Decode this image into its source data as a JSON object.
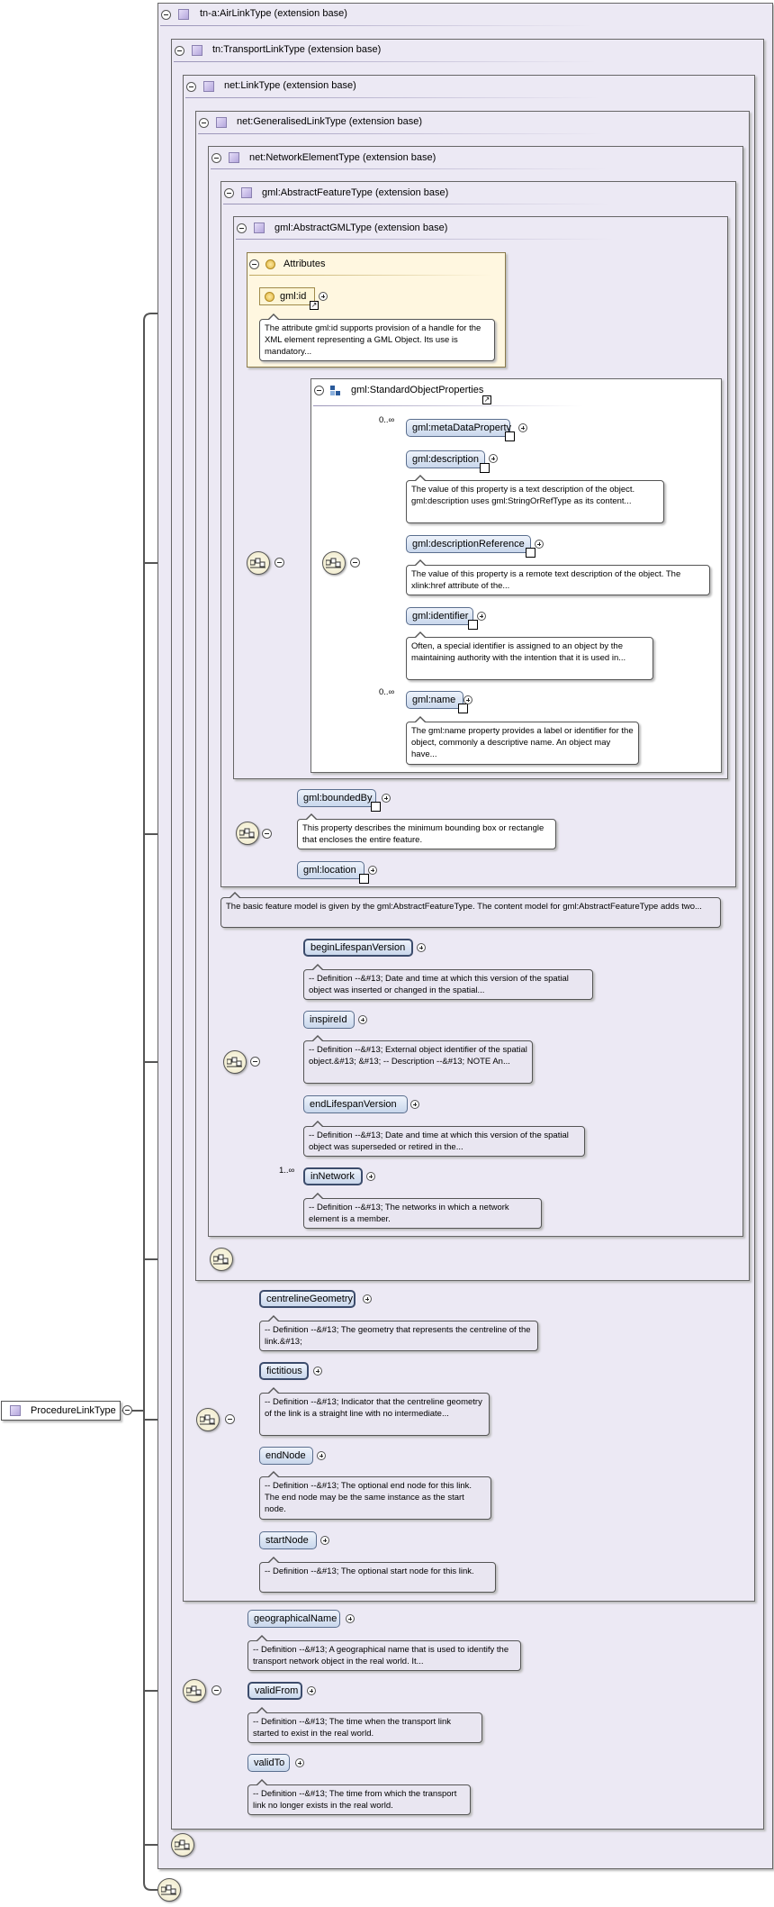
{
  "root": {
    "label": "ProcedureLinkType"
  },
  "containers": [
    {
      "label": "tn-a:AirLinkType (extension base)"
    },
    {
      "label": "tn:TransportLinkType (extension base)"
    },
    {
      "label": "net:LinkType (extension base)"
    },
    {
      "label": "net:GeneralisedLinkType (extension base)"
    },
    {
      "label": "net:NetworkElementType (extension base)"
    },
    {
      "label": "gml:AbstractFeatureType (extension base)"
    },
    {
      "label": "gml:AbstractGMLType (extension base)"
    }
  ],
  "attributes": {
    "title": "Attributes",
    "id": {
      "label": "gml:id",
      "doc": "The attribute gml:id supports provision of a handle for the XML element representing a GML Object. Its use is mandatory..."
    }
  },
  "standard_object_properties": {
    "label": "gml:StandardObjectProperties",
    "items": [
      {
        "label": "gml:metaDataProperty",
        "occurs": "0..∞",
        "doc": ""
      },
      {
        "label": "gml:description",
        "occurs": "",
        "doc": "The value of this property is a text description of the object. gml:description uses gml:StringOrRefType as its content..."
      },
      {
        "label": "gml:descriptionReference",
        "occurs": "",
        "doc": "The value of this property is a remote text description of the object. The xlink:href attribute of the..."
      },
      {
        "label": "gml:identifier",
        "occurs": "",
        "doc": "Often, a special identifier is assigned to an object by the maintaining authority with the intention that it is used in..."
      },
      {
        "label": "gml:name",
        "occurs": "0..∞",
        "doc": "The gml:name property provides a label or identifier for the object, commonly a descriptive name. An object may have..."
      }
    ]
  },
  "feature_props": {
    "bounded_by": {
      "label": "gml:boundedBy",
      "doc": "This property describes the minimum bounding box or rectangle that encloses the entire feature."
    },
    "location": {
      "label": "gml:location"
    }
  },
  "feature_doc": "The basic feature model is given by the gml:AbstractFeatureType. The content model for gml:AbstractFeatureType adds two...",
  "network_element": [
    {
      "label": "beginLifespanVersion",
      "occurs": "",
      "doc": "-- Definition --&#13; Date and time at which this version of the spatial object was inserted or changed in the spatial..."
    },
    {
      "label": "inspireId",
      "occurs": "",
      "doc": "-- Definition --&#13; External object identifier of the spatial object.&#13; &#13; -- Description --&#13; NOTE An..."
    },
    {
      "label": "endLifespanVersion",
      "occurs": "",
      "doc": "-- Definition --&#13; Date and time at which this version of the spatial object was superseded or retired in the..."
    },
    {
      "label": "inNetwork",
      "occurs": "1..∞",
      "doc": "-- Definition --&#13; The networks in which a network element is a member."
    }
  ],
  "link": [
    {
      "label": "centrelineGeometry",
      "doc": "-- Definition --&#13; The geometry that represents the centreline of the link.&#13;"
    },
    {
      "label": "fictitious",
      "doc": "-- Definition --&#13; Indicator that the centreline geometry of the link is a straight line with no intermediate..."
    },
    {
      "label": "endNode",
      "doc": "-- Definition --&#13; The optional end node for this link. The end node may be the same instance as the start node."
    },
    {
      "label": "startNode",
      "doc": "-- Definition --&#13; The optional start node for this link."
    }
  ],
  "transport_link": [
    {
      "label": "geographicalName",
      "doc": "-- Definition --&#13; A geographical name that is used to identify the transport network object in the real world. It..."
    },
    {
      "label": "validFrom",
      "doc": "-- Definition --&#13; The time when the transport link started to exist in the real world."
    },
    {
      "label": "validTo",
      "doc": "-- Definition --&#13; The time from which the transport link no longer exists in the real world."
    }
  ]
}
